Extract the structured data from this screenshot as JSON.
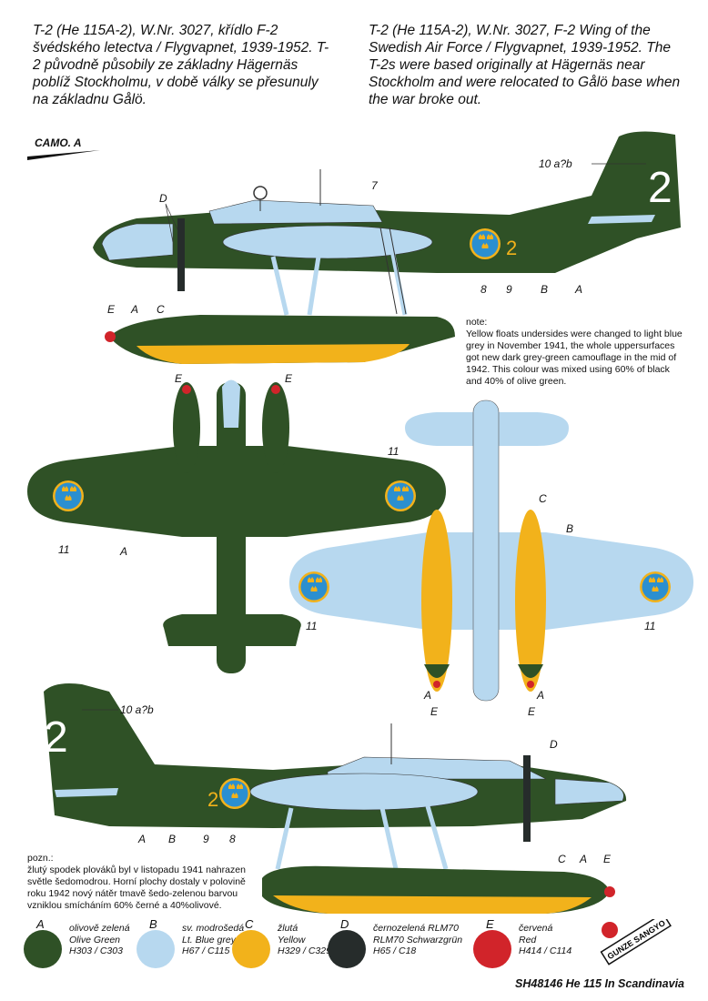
{
  "header": {
    "czech": "T-2 (He 115A-2), W.Nr. 3027, křídlo F-2 švédského letectva / Flygvapnet, 1939-1952. T-2 původně působily ze základny Hägernäs poblíž Stockholmu, v době války se přesunuly na základnu Gålö.",
    "english": "T-2 (He 115A-2), W.Nr. 3027, F-2 Wing of the Swedish Air Force / Flygvapnet, 1939-1952. The T-2s were based originally at Hägernäs near Stockholm and were relocated to Gålö base when the war broke out."
  },
  "camo_label": "CAMO. A",
  "note_en": "note:\nYellow floats undersides were changed to light blue grey in November 1941, the whole uppersurfaces got new dark grey-green camouflage in the mid of 1942. This colour was mixed using 60% of black and 40% of olive green.",
  "note_cz": "pozn.:\nžlutý spodek plováků byl v listopadu 1941 nahrazen světle šedomodrou. Horní plochy dostaly v polovině roku 1942 nový nátěr tmavě šedo-zelenou barvou vzniklou smícháním 60% černé a 40%olivové.",
  "labels": {
    "top_side": [
      "D",
      "7",
      "10 a?b",
      "8",
      "9",
      "B",
      "A",
      "E",
      "A",
      "C"
    ],
    "top_view": [
      "E",
      "E",
      "11",
      "11",
      "A"
    ],
    "under_view": [
      "C",
      "B",
      "11",
      "11",
      "A",
      "A",
      "E",
      "E"
    ],
    "bottom_side": [
      "10 a?b",
      "D",
      "A",
      "B",
      "9",
      "8",
      "C",
      "A",
      "E"
    ]
  },
  "markings": {
    "tail_number": "2",
    "fuselage_number": "2"
  },
  "legend": [
    {
      "letter": "A",
      "cz": "olivově zelená",
      "en": "Olive Green",
      "code": "H303 / C303",
      "color": "#2f5126"
    },
    {
      "letter": "B",
      "cz": "sv. modrošedá",
      "en": "Lt. Blue grey",
      "code": "H67 / C115",
      "color": "#b7d8ef"
    },
    {
      "letter": "C",
      "cz": "žlutá",
      "en": "Yellow",
      "code": "H329 / C329",
      "color": "#f2b21b"
    },
    {
      "letter": "D",
      "cz": "černozelená RLM70",
      "en": "RLM70 Schwarzgrün",
      "code": "H65 / C18",
      "color": "#262c2b"
    },
    {
      "letter": "E",
      "cz": "červená",
      "en": "Red",
      "code": "H414 / C114",
      "color": "#d1242a"
    }
  ],
  "logo_text": "GUNZE SANGYO",
  "footer": "SH48146 He 115 In Scandinavia",
  "colors": {
    "olive": "#2f5126",
    "lightblue": "#b7d8ef",
    "yellow": "#f2b21b",
    "red": "#d1242a",
    "roundel_blue": "#2b8fd0"
  }
}
